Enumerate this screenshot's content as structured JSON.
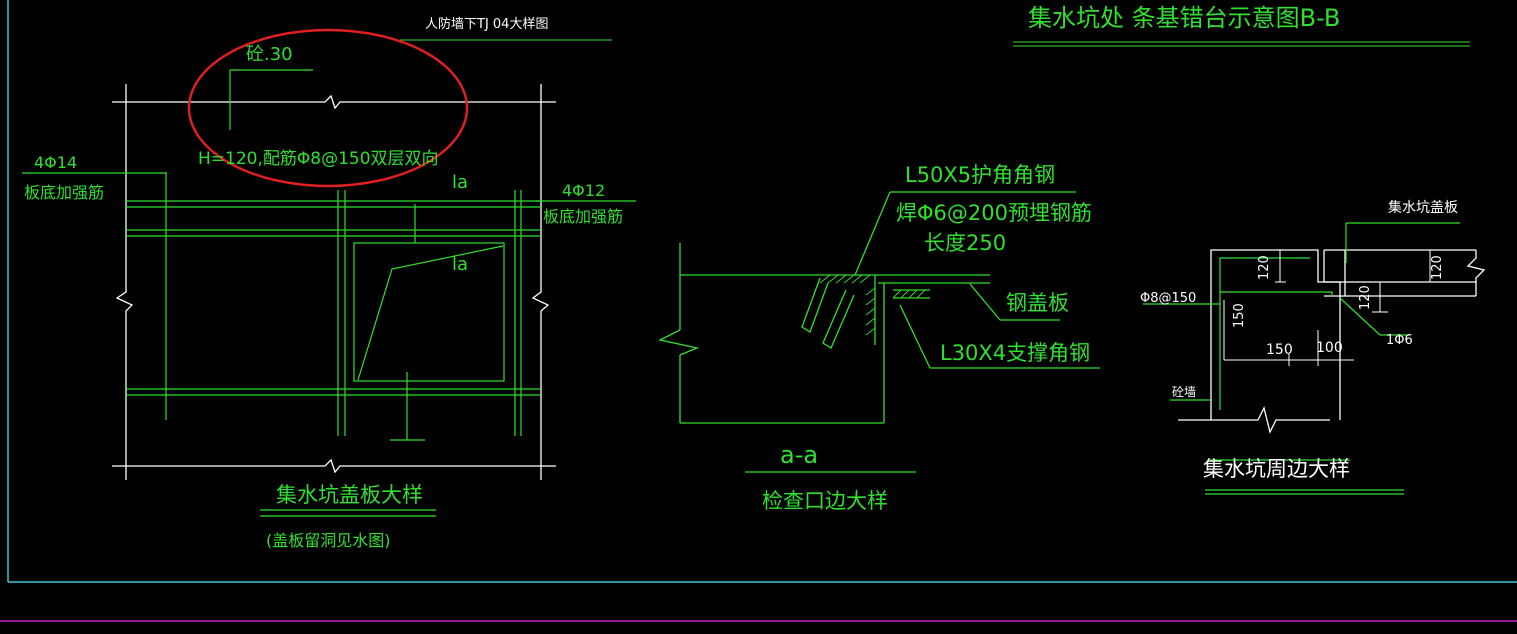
{
  "colors": {
    "background": "#000000",
    "green": "#2fe02f",
    "white": "#ffffff",
    "cyan": "#3ec6d6",
    "magenta": "#c028c0",
    "red": "#e02020"
  },
  "top_title": "人防墙下TJ 04大样图",
  "section_title": "集水坑处 条基错台示意图B-B",
  "cover": {
    "concrete_grade": "砼.30",
    "slab_note": "H=120,配筋Φ8@150双层双向",
    "left_rebar": "4Φ14",
    "left_rebar_desc": "板底加强筋",
    "right_rebar": "4Φ12",
    "right_rebar_desc": "板底加强筋",
    "la_label": "la",
    "caption": "集水坑盖板大样",
    "subcaption": "(盖板留洞见水图)"
  },
  "check": {
    "angle_top": "L50X5护角角钢",
    "weld": "焊Φ6@200预埋钢筋",
    "length": "长度250",
    "plate": "钢盖板",
    "angle_support": "L30X4支撑角钢",
    "section_mark": "a-a",
    "caption": "检查口边大样"
  },
  "edge": {
    "cover": "集水坑盖板",
    "dim_120_a": "120",
    "dim_120_b": "120",
    "dim_120_c": "120",
    "rebar": "Φ8@150",
    "dim_150_v": "150",
    "dim_150_h": "150",
    "dim_100": "100",
    "bar_small": "1Φ6",
    "wall": "砼墙",
    "caption": "集水坑周边大样"
  }
}
